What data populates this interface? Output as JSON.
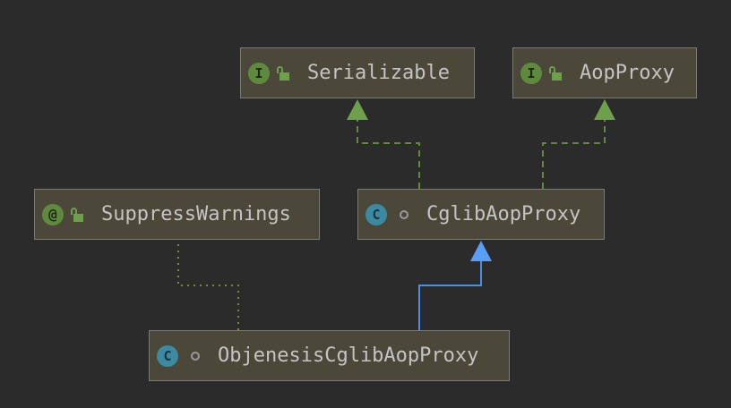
{
  "diagram": {
    "nodes": {
      "serializable": {
        "kind": "interface",
        "badge": "I",
        "name": "Serializable"
      },
      "aop_proxy": {
        "kind": "interface",
        "badge": "I",
        "name": "AopProxy"
      },
      "suppress_warnings": {
        "kind": "annotation",
        "badge": "@",
        "name": "SuppressWarnings"
      },
      "cglib_aop_proxy": {
        "kind": "class",
        "badge": "C",
        "name": "CglibAopProxy"
      },
      "objenesis_cglib_aop_proxy": {
        "kind": "class",
        "badge": "C",
        "name": "ObjenesisCglibAopProxy"
      }
    },
    "edges": [
      {
        "from": "cglib_aop_proxy",
        "to": "serializable",
        "relation": "implements",
        "style": "dashed",
        "color": "#5f8a3e"
      },
      {
        "from": "cglib_aop_proxy",
        "to": "aop_proxy",
        "relation": "implements",
        "style": "dashed",
        "color": "#5f8a3e"
      },
      {
        "from": "objenesis_cglib_aop_proxy",
        "to": "cglib_aop_proxy",
        "relation": "extends",
        "style": "solid",
        "color": "#4a90e2"
      },
      {
        "from": "objenesis_cglib_aop_proxy",
        "to": "suppress_warnings",
        "relation": "annotated-with",
        "style": "dotted",
        "color": "#7c8a2a"
      }
    ]
  }
}
